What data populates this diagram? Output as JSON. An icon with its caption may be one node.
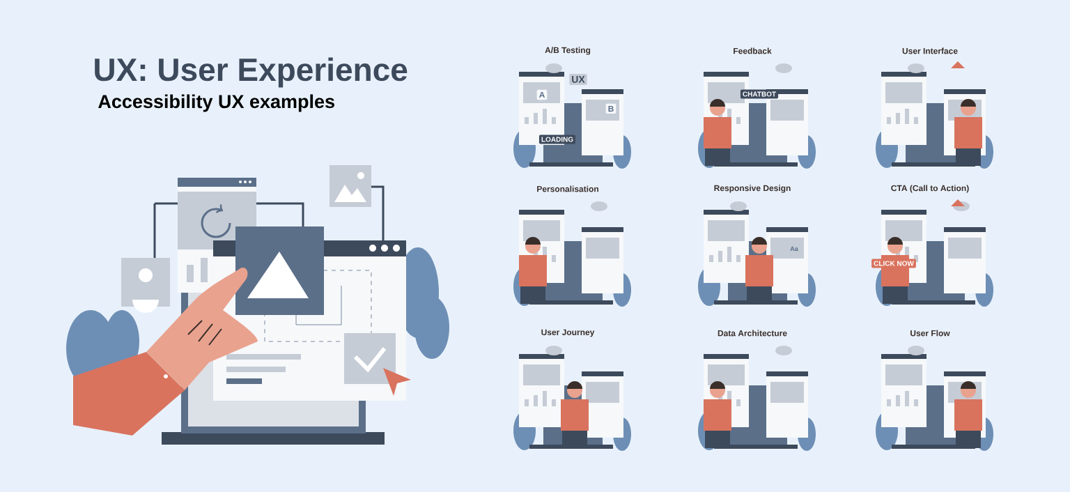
{
  "diagram": {
    "title": "UX: User Experience",
    "labels": [
      "Accessibility UX examples",
      "A/B Testing",
      "Feedback",
      "User Interface",
      "UX",
      "A",
      "B",
      "LOADING",
      "CHATBOT",
      "Personalisation",
      "Responsive Design",
      "CTA (Call to Action)",
      "Aa",
      "CLICK NOW",
      "User Journey",
      "Data Architecture",
      "User Flow"
    ]
  }
}
